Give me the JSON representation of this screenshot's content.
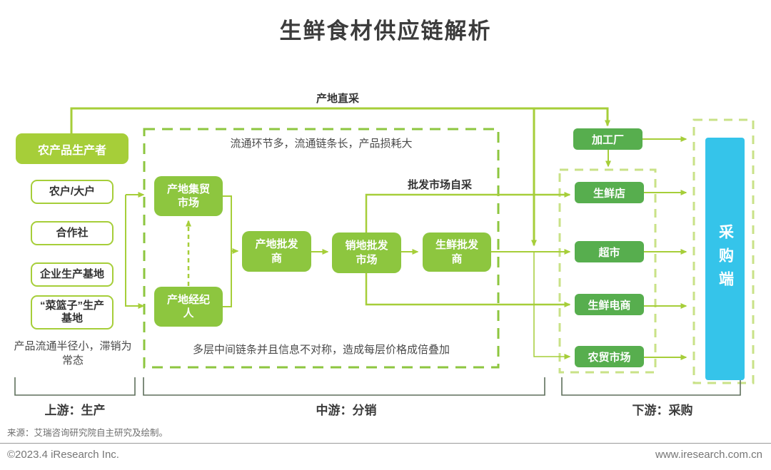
{
  "page": {
    "title": "生鲜食材供应链解析"
  },
  "flow_labels": {
    "direct_sourcing": "产地直采",
    "wholesale_market_self_sourcing": "批发市场自采"
  },
  "upstream": {
    "producer": "农产品生产者",
    "producer_types": [
      "农户/大户",
      "合作社",
      "企业生产基地",
      "“菜篮子”生产基地"
    ],
    "note": "产品流通半径小，滞销为常态",
    "bracket_label": "上游：生产"
  },
  "midstream": {
    "top_note": "流通环节多，流通链条长，产品损耗大",
    "nodes": [
      "产地集贸市场",
      "产地经纪人",
      "产地批发商",
      "销地批发市场",
      "生鲜批发商"
    ],
    "bottom_note": "多层中间链条并且信息不对称，造成每层价格成倍叠加",
    "bracket_label": "中游：分销"
  },
  "downstream": {
    "processor": "加工厂",
    "retail_channels": [
      "生鲜店",
      "超市",
      "生鲜电商",
      "农贸市场"
    ],
    "buyer": "采购端",
    "bracket_label": "下游：采购"
  },
  "footer": {
    "source": "来源：艾瑞咨询研究院自主研究及绘制。",
    "copyright": "©2023.4 iResearch Inc.",
    "website": "www.iresearch.com.cn"
  },
  "colors": {
    "accent": "#a6ce39",
    "box_mid": "#8dc63f",
    "box_dark": "#57ae4e",
    "dash_light": "#c9e287",
    "cyan": "#35c4ea",
    "bracket": "#5e6f5b",
    "text_dark": "#3c3c3c",
    "text_body": "#4a4a4a",
    "text_gray": "#6e6e6e"
  }
}
